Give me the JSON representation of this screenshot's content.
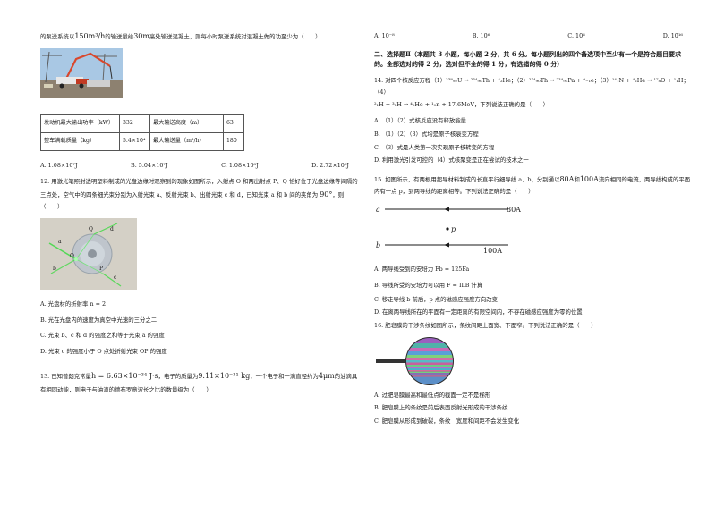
{
  "left": {
    "q11_intro_a": "的泵送系统以",
    "q11_flow": "150m³/h",
    "q11_intro_b": "的输送量给",
    "q11_height": "30m",
    "q11_intro_c": "高处输送混凝土，则每小时泵送系统对混凝土做的功至少为（　　）",
    "table": [
      [
        "发动机最大输出功率（kW）",
        "332",
        "最大输送高度（m）",
        "63"
      ],
      [
        "整车满载质量（kg）",
        "5.4×10⁴",
        "最大输送量（m³/h）",
        "180"
      ]
    ],
    "q11_options": [
      "A.  1.08×10⁷J",
      "B.  5.04×10⁷J",
      "C.  1.08×10⁸J",
      "D.  2.72×10⁸J"
    ],
    "q12_stem": "12. 用激光笔照射透明塑料制成的光盘边缘时观察到的现象如图所示，入射点 O 和两出射点 P、Q 恰好位于光盘边缘等间隔的三点处，空气中的四条细光束分别为入射光束 a、反射光束 b、出射光束 c 和 d，已知光束 a 和 b 间的夹角为",
    "q12_angle": "90°",
    "q12_tail": "，则（　　）",
    "disc_labels": [
      "Q",
      "d",
      "a",
      "O",
      "P",
      "b",
      "c"
    ],
    "q12_options": [
      "A. 光盘材的折射率 n = 2",
      "B. 光在光盘内的速度为真空中光速的三分之二",
      "C. 光束 b、c 和 d 的强度之和等于光束 a 的强度",
      "D. 光束 c 的强度小于 O 点处折射光束 OP 的强度"
    ],
    "q13_a": "13. 已知普朗克常量",
    "q13_h": "h = 6.63×10⁻³⁴ J·s",
    "q13_b": "，电子的质量为",
    "q13_m": "9.11×10⁻³¹ kg",
    "q13_c": "，一个电子和一滴直径约为",
    "q13_d": "4μm",
    "q13_e": "的油滴具有相同动能，则电子与油滴的德布罗意波长之比的数量级为（　　）"
  },
  "right": {
    "q13_options": [
      "A.  10⁻⁸",
      "B.  10⁶",
      "C.  10⁸",
      "D.  10¹⁶"
    ],
    "section_title": "二、选择题Ⅱ（本题共 3 小题，每小题 2 分，共 6 分。每小题列出的四个备选项中至少有一个是符合题目要求的。全部选对的得 2 分，选对但不全的得 1 分，有选错的得 0 分）",
    "q14_stem": "14. 对四个核反应方程（1）²³⁸₉₂U → ²³⁴₉₀Th + ⁴₂He；（2）²³⁴₉₀Th → ²³⁴₉₁Pa + ⁰₋₁e；（3）¹⁴₇N + ⁴₂He → ¹⁷₈O + ¹₁H；（4）",
    "q14_eq4": "²₁H + ³₁H → ⁴₂He + ¹₀n + 17.6MeV",
    "q14_tail": "，下列说法正确的是（　　）",
    "q14_options": [
      "A. （1）（2）式核反应没有释放能量",
      "B. （1）（2）（3）式均是原子核衰变方程",
      "C. （3）式是人类第一次实现原子核转变的方程",
      "D. 利用激光引发可控的（4）式核聚变是正在尝试的技术之一"
    ],
    "q15_stem_a": "15. 如图所示，有两根用超导材料制成的长直平行细导线 a、b，分别通以",
    "q15_i1": "80A",
    "q15_and": "和",
    "q15_i2": "100A",
    "q15_stem_b": "流向相同的电流，两导线构成的平面内有一点 p，到两导线的距离相等。下列说法正确的是（　　）",
    "wires": {
      "a_label": "a",
      "a_current": "80A",
      "p_label": "p",
      "b_label": "b",
      "b_current": "100A"
    },
    "q15_options": [
      "A. 两导线受到的安培力 Fb = 125Fa",
      "B. 导线所受的安培力可以用 F = ILB 计算",
      "C. 移走导线 b 前后，p 点的磁感应强度方向改变",
      "D. 在离两导线所在的平面有一定距离的有限空间内，不存在磁感应强度为零的位置"
    ],
    "q16_stem": "16. 肥皂膜的干涉条纹如图所示，条纹间距上面宽、下面窄。下列说法正确的是（　　）",
    "q16_options": [
      "A. 过肥皂膜最高和最低点的截面一定不是梯形",
      "B. 肥皂膜上的条纹是前后表面反射光形成的干涉条纹",
      "C. 肥皂膜从形成到破裂，条纹　宽度和间距不会发生变化"
    ]
  }
}
